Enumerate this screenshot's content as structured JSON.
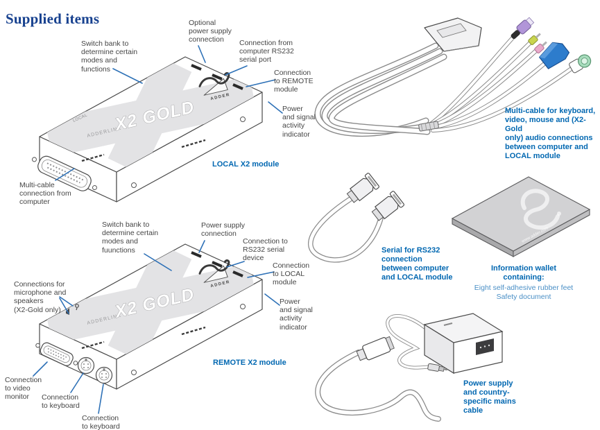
{
  "page": {
    "title": "Supplied items"
  },
  "colors": {
    "heading": "#17418f",
    "caption_blue": "#0067b1",
    "body_text": "#454545",
    "callout_line": "#2e71b7",
    "light_blue": "#4a8fc6",
    "vga_blue": "#2d7ccc",
    "ps2_purple": "#b195d8",
    "ps2_green": "#a7dcbc",
    "audio_lime": "#c9d44f",
    "audio_pink": "#e9aacb"
  },
  "local_module": {
    "caption": "LOCAL X2 module",
    "callouts": {
      "switch_bank": "Switch bank to\ndetermine certain\nmodes and\nfunctions",
      "optional_power": "Optional\npower supply\nconnection",
      "rs232_from_computer": "Connection from\ncomputer RS232\nserial port",
      "to_remote": "Connection\nto REMOTE\nmodule",
      "power_indicator": "Power\nand signal\nactivity\nindicator",
      "multicable_from_computer": "Multi-cable\nconnection from\ncomputer"
    }
  },
  "remote_module": {
    "caption": "REMOTE X2 module",
    "callouts": {
      "switch_bank": "Switch bank to\ndetermine certain\nmodes and\nfuunctions",
      "power_supply": "Power supply\nconnection",
      "rs232_device": "Connection to\nRS232 serial\ndevice",
      "to_local": "Connection\nto LOCAL\nmodule",
      "power_indicator": "Power\nand signal\nactivity\nindicator",
      "mic_speakers": "Connections for\nmicrophone and\nspeakers\n(X2-Gold only)",
      "video_monitor": "Connection\nto video\nmonitor",
      "keyboard_1": "Connection\nto keyboard",
      "keyboard_2": "Connection\nto keyboard"
    }
  },
  "accessories": {
    "multicable_caption": "Multi-cable for keyboard,\nvideo, mouse and (X2-Gold\nonly) audio connections\nbetween computer and\nLOCAL module",
    "serial_caption": "Serial for RS232\nconnection\nbetween computer\nand LOCAL module",
    "wallet_title": "Information wallet\ncontaining:",
    "wallet_contents": "Eight self-adhesive rubber feet\nSafety document",
    "power_caption": "Power supply\nand country-\nspecific mains\ncable"
  },
  "device_art": {
    "brand": "ADDERLINK",
    "model": "X2 GOLD",
    "logo": "ADDER",
    "local_tag": "LOCAL",
    "wallet_url": "www.adder.com"
  }
}
